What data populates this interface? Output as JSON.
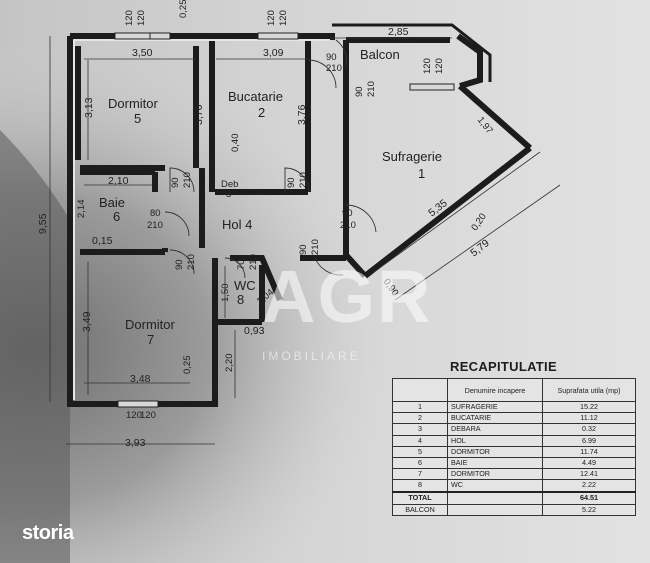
{
  "rooms": {
    "r1": {
      "name": "Sufragerie",
      "num": "1"
    },
    "r2": {
      "name": "Bucatarie",
      "num": "2"
    },
    "r3": {
      "name": "Deb",
      "num": "3"
    },
    "r4": {
      "name": "Hol 4"
    },
    "r5": {
      "name": "Dormitor",
      "num": "5"
    },
    "r6": {
      "name": "Baie",
      "num": "6"
    },
    "r7": {
      "name": "Dormitor",
      "num": "7"
    },
    "r8": {
      "name": "WC",
      "num": "8"
    },
    "balcon": {
      "name": "Balcon"
    }
  },
  "dims": {
    "top_120a": "120",
    "top_120b": "120",
    "top_025": "0,25",
    "top_120c": "120",
    "top_120d": "120",
    "w350": "3,50",
    "w309": "3,09",
    "w285": "2,85",
    "h313": "3,13",
    "h376a": "3,76",
    "h376b": "3,76",
    "h040": "0,40",
    "win_balc_120": "120",
    "win_balc_120b": "120",
    "d90_210_balc": "90",
    "d210_balc": "210",
    "d90_210_sufr": "90",
    "d210_sufr": "210",
    "d197": "1,97",
    "d210_baie": "2,10",
    "d214": "2,14",
    "d90_r5": "90",
    "d210_r5": "210",
    "d90_r2": "90",
    "d210_r2": "210",
    "d80": "80",
    "d210_baied": "210",
    "d015": "0,15",
    "d90_hol": "90",
    "d210_hol": "210",
    "d90_r7": "90",
    "d210_r7": "210",
    "d90_wc": "90",
    "d210_wc": "210",
    "d70": "70",
    "d210_wc2": "210",
    "d535": "5,35",
    "d020": "0,20",
    "d579": "5,79",
    "d090": "0,90",
    "h955": "9,55",
    "h349": "3,49",
    "w348": "3,48",
    "h025": "0,25",
    "h150": "1,50",
    "d104": "1,04",
    "d093": "0,93",
    "h220": "2,20",
    "w393": "3,93",
    "bot_120": "120",
    "bot_120b": "120"
  },
  "watermark": {
    "big": "AGR",
    "small": "IMOBILIARE"
  },
  "recap": {
    "title": "RECAPITULATIE",
    "header": {
      "name": "Denumire incapere",
      "area": "Suprafata utila (mp)"
    },
    "rows": [
      {
        "n": "1",
        "name": "SUFRAGERIE",
        "area": "15.22"
      },
      {
        "n": "2",
        "name": "BUCATARIE",
        "area": "11.12"
      },
      {
        "n": "3",
        "name": "DEBARA",
        "area": "0.32"
      },
      {
        "n": "4",
        "name": "HOL",
        "area": "6.99"
      },
      {
        "n": "5",
        "name": "DORMITOR",
        "area": "11.74"
      },
      {
        "n": "6",
        "name": "BAIE",
        "area": "4.49"
      },
      {
        "n": "7",
        "name": "DORMITOR",
        "area": "12.41"
      },
      {
        "n": "8",
        "name": "WC",
        "area": "2.22"
      }
    ],
    "total": {
      "label": "TOTAL",
      "area": "64.51"
    },
    "balcon": {
      "label": "BALCON",
      "area": "5.22"
    }
  },
  "brand": "storia"
}
